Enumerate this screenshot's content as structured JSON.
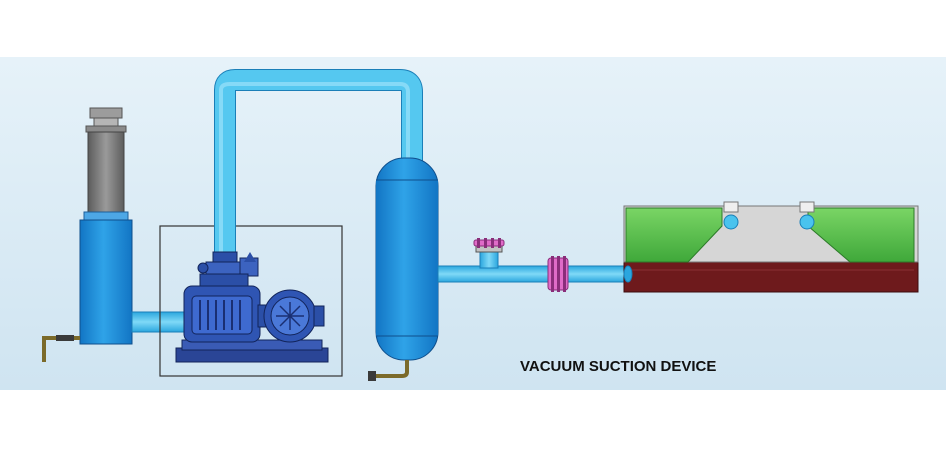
{
  "diagram": {
    "caption": "VACUUM SUCTION DEVICE",
    "components": [
      {
        "id": "separator-tank",
        "icon": "vertical-cylinder-icon"
      },
      {
        "id": "vacuum-pump-unit",
        "icon": "roots-blower-icon"
      },
      {
        "id": "vacuum-receiver-tank",
        "icon": "vessel-icon"
      },
      {
        "id": "vacuum-valve",
        "icon": "valve-icon"
      },
      {
        "id": "pipe-connector",
        "icon": "flange-icon"
      },
      {
        "id": "suction-box",
        "icon": "suction-box-icon"
      }
    ],
    "colors": {
      "background": "#dcebf5",
      "pipe": "#4ac3ee",
      "tank": "#1a8fd8",
      "pump": "#2b4fa7",
      "suction_green": "#5cc24a",
      "suction_base": "#6e1a1c",
      "valve": "#e06bc8"
    }
  }
}
